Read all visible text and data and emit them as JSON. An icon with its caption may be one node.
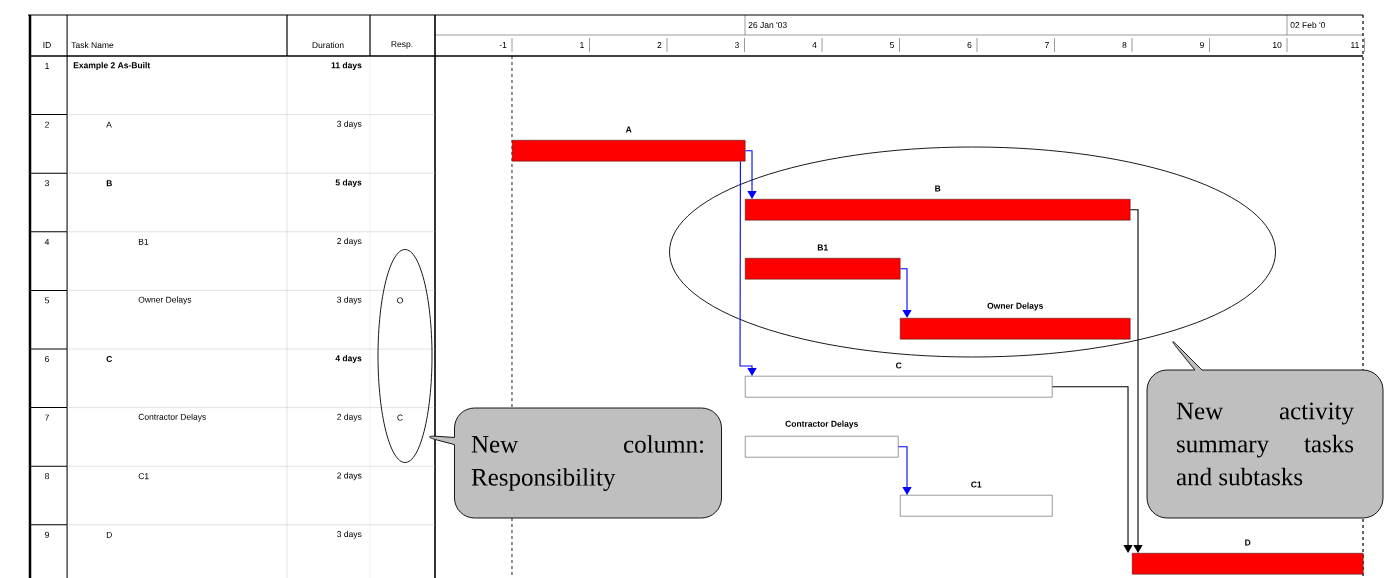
{
  "diagram": {
    "nodes": [
      {
        "text": [
          "A"
        ]
      },
      {
        "text": [],
        "shape": "ellipse"
      },
      {
        "text": [
          "B"
        ],
        "in": 1
      },
      {
        "text": [
          "B1"
        ],
        "in": 1
      },
      {
        "text": [
          "Owner Delays"
        ],
        "in": 1
      },
      {
        "text": [
          "C"
        ]
      },
      {
        "text": [
          "Contractor Delays"
        ]
      },
      {
        "text": [
          "C1"
        ]
      },
      {
        "text": [
          "D"
        ]
      },
      {
        "text": [],
        "shape": "ellipse"
      },
      {
        "text": [
          "New column: Responsibility"
        ]
      },
      {
        "text": [
          "New activity summary tasks and subtasks"
        ]
      }
    ],
    "edges": [
      {
        "from": 0,
        "to": 2,
        "arrow": "to"
      },
      {
        "from": 0,
        "to": 5,
        "arrow": "to"
      },
      {
        "from": 3,
        "to": 4,
        "arrow": "to"
      },
      {
        "from": 6,
        "to": 7,
        "arrow": "to"
      },
      {
        "from": 2,
        "to": 8,
        "arrow": "to",
        "color": "#000000"
      },
      {
        "from": 5,
        "to": 8,
        "arrow": "to",
        "color": "#000000"
      }
    ],
    "labels": [
      "ID",
      "Task Name",
      "Duration",
      "Resp.",
      "1",
      "Example 2 As-Built",
      "11 days",
      "2",
      "A",
      "3 days",
      "3",
      "B",
      "5 days",
      "4",
      "B1",
      "2 days",
      "5",
      "Owner Delays",
      "3 days",
      "O",
      "6",
      "C",
      "4 days",
      "7",
      "Contractor Delays",
      "2 days",
      "C",
      "8",
      "C1",
      "2 days",
      "9",
      "D",
      "3 days",
      "26 Jan '03",
      "02 Feb '0",
      "-1",
      "1",
      "2",
      "3",
      "4",
      "5",
      "6",
      "7",
      "8",
      "9",
      "10",
      "11"
    ]
  }
}
